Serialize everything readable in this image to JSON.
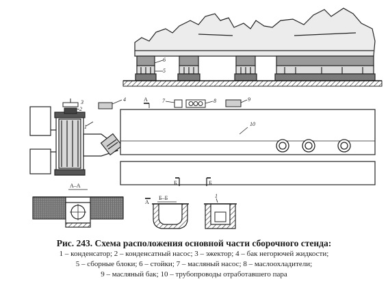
{
  "diagram": {
    "callouts": {
      "c1": "1",
      "c2": "2",
      "c3": "3",
      "c4": "4",
      "c5": "5",
      "c6": "6",
      "c7": "7",
      "c8": "8",
      "c9": "9",
      "c10": "10",
      "stand_5": "5",
      "stand_6": "6"
    },
    "sections": {
      "a_top": "А",
      "a_bottom": "А",
      "aa": "А–А",
      "b_left": "Б",
      "b_right": "Б",
      "bb": "Б–Б"
    }
  },
  "caption": {
    "title": "Рис. 243. Схема расположения основной части сборочного стенда:",
    "legend": [
      "1 – конденсатор; 2 – конденсатный насос; 3 – эжектор; 4 – бак негорючей жидкости;",
      "5 – сборные блоки; 6 – стойки; 7 – масляный насос; 8 – маслоохладители;",
      "9 – масляный бак; 10 – трубопроводы отработавшего пара"
    ]
  }
}
